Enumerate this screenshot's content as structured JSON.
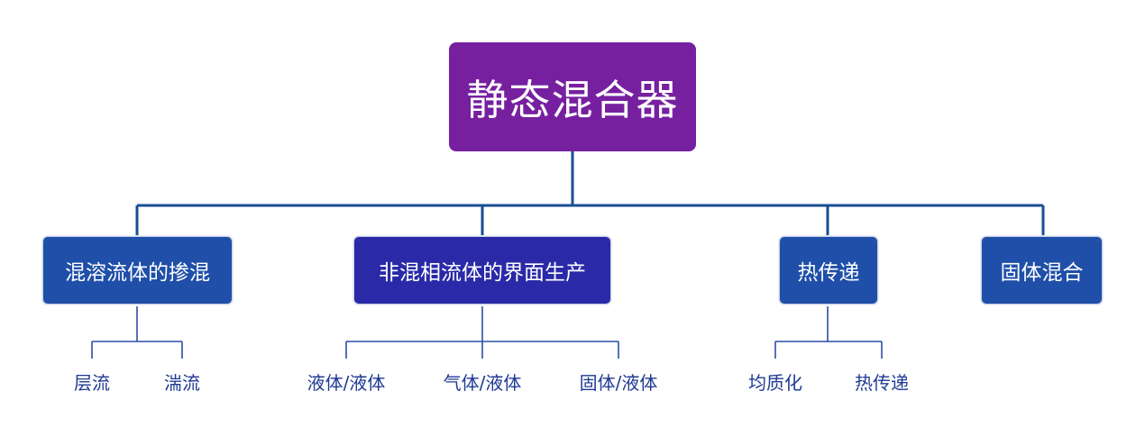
{
  "root": {
    "label": "静态混合器",
    "color": "#7620a0"
  },
  "line_color": "#1a4d96",
  "leaf_line_color": "#2a4fa3",
  "categories": [
    {
      "label": "混溶流体的掺混",
      "color": "#1f4fa8",
      "leaves": [
        "层流",
        "湍流"
      ]
    },
    {
      "label": "非混相流体的界面生产",
      "color": "#2a2aa8",
      "leaves": [
        "液体/液体",
        "气体/液体",
        "固体/液体"
      ]
    },
    {
      "label": "热传递",
      "color": "#1f4fa8",
      "leaves": [
        "均质化",
        "热传递"
      ]
    },
    {
      "label": "固体混合",
      "color": "#1f4fa8",
      "leaves": []
    }
  ]
}
